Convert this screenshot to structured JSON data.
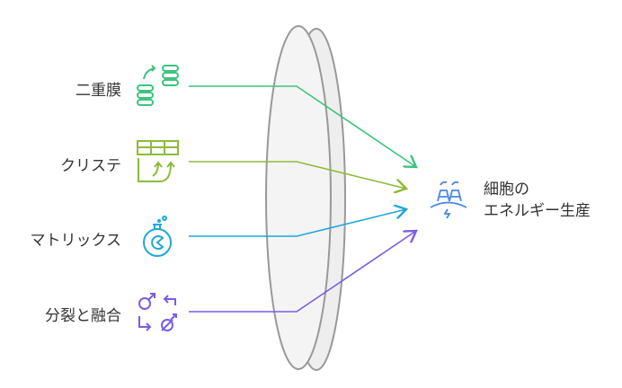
{
  "inputs": [
    {
      "label": "二重膜",
      "icon": "database-swap-icon",
      "color": "#3cc47c"
    },
    {
      "label": "クリステ",
      "icon": "table-arrows-icon",
      "color": "#8dbb3a"
    },
    {
      "label": "マトリックス",
      "icon": "flask-icon",
      "color": "#1da8d8"
    },
    {
      "label": "分裂と融合",
      "icon": "gender-swap-icon",
      "color": "#7b5ce6"
    }
  ],
  "output": {
    "line1": "細胞の",
    "line2": "エネルギー生産",
    "icon": "power-plant-icon",
    "color": "#4a86e8"
  }
}
